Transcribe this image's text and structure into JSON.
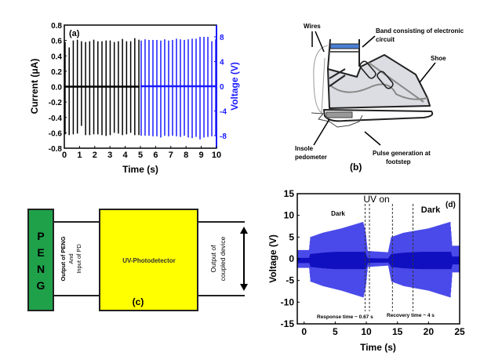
{
  "chart_data": [
    {
      "panel": "(a)",
      "type": "line",
      "xlabel": "Time (s)",
      "ylabel": "Current (μA)",
      "y2label": "Voltage (V)",
      "xlim": [
        0,
        10
      ],
      "ylim": [
        -0.8,
        0.8
      ],
      "y2lim": [
        -10,
        10
      ],
      "xticks": [
        "0",
        "1",
        "2",
        "3",
        "4",
        "5",
        "6",
        "7",
        "8",
        "9",
        "10"
      ],
      "yticks": [
        "0.8",
        "0.6",
        "0.4",
        "0.2",
        "0.0",
        "-0.2",
        "-0.4",
        "-0.6",
        "-0.8"
      ],
      "y2ticks": [
        "8",
        "4",
        "0",
        "-4",
        "-8"
      ],
      "colors": {
        "current": "#000000",
        "voltage": "#1a1aff"
      },
      "series": [
        {
          "axis": "left",
          "t_start": 0.05,
          "t_end": 4.9,
          "pos_peaks": [
            0.58,
            0.51,
            0.6,
            0.61,
            0.59,
            0.58,
            0.59,
            0.61,
            0.59,
            0.59,
            0.6,
            0.6,
            0.58,
            0.59,
            0.62,
            0.59,
            0.59,
            0.63,
            0.61
          ],
          "neg_peaks": [
            -0.62,
            -0.63,
            -0.62,
            -0.61,
            -0.51,
            -0.63,
            -0.63,
            -0.62,
            -0.62,
            -0.63,
            -0.64,
            -0.63,
            -0.6,
            -0.61,
            -0.63,
            -0.62,
            -0.6,
            -0.63,
            -0.63
          ]
        },
        {
          "axis": "right",
          "t_start": 5.05,
          "t_end": 9.95,
          "pos_peaks": [
            7.4,
            7.6,
            7.5,
            7.5,
            7.5,
            7.4,
            7.6,
            7.4,
            7.5,
            7.7,
            7.6,
            7.5,
            7.6,
            7.7,
            7.7,
            8.0,
            8.0,
            8.0,
            7.3,
            7.6
          ],
          "neg_peaks": [
            -8.0,
            -8.0,
            -8.0,
            -8.1,
            -8.1,
            -8.3,
            -8.0,
            -8.1,
            -8.0,
            -8.1,
            -8.2,
            -8.0,
            -8.3,
            -8.4,
            -8.2,
            -8.6,
            -8.3,
            -8.2,
            -8.1,
            -8.0
          ]
        }
      ]
    },
    {
      "panel": "(d)",
      "type": "line",
      "xlabel": "Time (s)",
      "ylabel": "Voltage (V)",
      "xlim": [
        -1.1,
        25
      ],
      "ylim": [
        -15,
        15
      ],
      "xticks": [
        "0",
        "5",
        "10",
        "15",
        "20",
        "25"
      ],
      "yticks": [
        "15",
        "10",
        "5",
        "0",
        "-5",
        "-10",
        "-15"
      ],
      "color": "#2a2ae6",
      "envelope": [
        [
          -1.1,
          2
        ],
        [
          0.8,
          2
        ],
        [
          1,
          5
        ],
        [
          3,
          6
        ],
        [
          6,
          7
        ],
        [
          9.5,
          8.5
        ],
        [
          9.9,
          6
        ],
        [
          10.2,
          1.8
        ],
        [
          13.5,
          1.5
        ],
        [
          14,
          5
        ],
        [
          16,
          6
        ],
        [
          20,
          7
        ],
        [
          23.5,
          8.5
        ],
        [
          23.8,
          3
        ],
        [
          25,
          3
        ]
      ],
      "markers": [
        9.8,
        10.5,
        14.2,
        17.5
      ],
      "annotations": {
        "uv_on": "UV on",
        "dark_left": "Dark",
        "dark_right": "Dark",
        "response": "Response time ~ 0.67 s",
        "recovery": "Recovery time ~ 4 s"
      }
    }
  ],
  "panel_a": {
    "label": "(a)"
  },
  "panel_b": {
    "label": "(b)",
    "wires": "Wires",
    "band_1": "Band consisting of electronic",
    "band_2": "circuit",
    "shoe": "Shoe",
    "insole_1": "Insole",
    "insole_2": "pedometer",
    "pulse_1": "Pulse generation at",
    "pulse_2": "footstep",
    "colors": {
      "band": "#4a7fd4",
      "shoe": "#dcdde3"
    }
  },
  "panel_c": {
    "label": "(c)",
    "peng": [
      "P",
      "E",
      "N",
      "G"
    ],
    "link_1": "Output of PENG",
    "link_2": "And",
    "link_3": "Input of PD",
    "detector": "UV-Photodetector",
    "out_1": "Output of",
    "out_2": "coupled device",
    "colors": {
      "peng": "#1fa14a",
      "detector": "#ffff00"
    }
  },
  "panel_d": {
    "label": "(d)"
  }
}
